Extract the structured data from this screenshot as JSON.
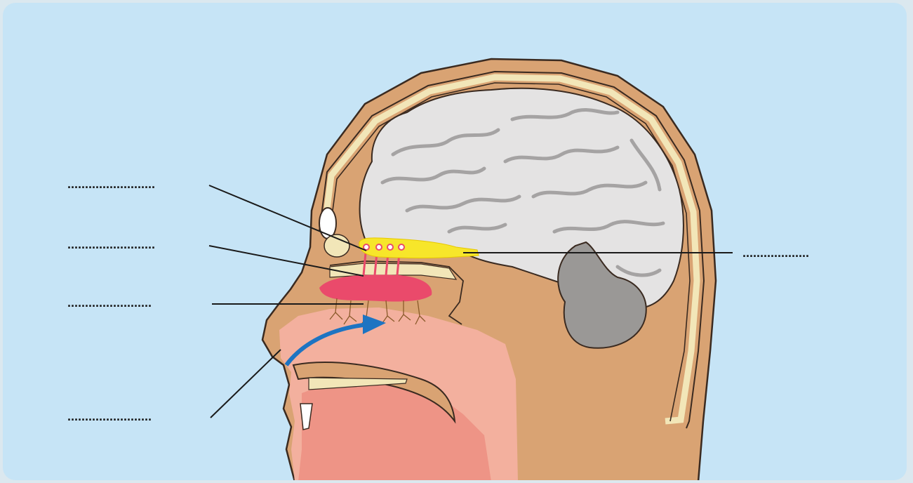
{
  "labels": [
    {
      "id": "label-1",
      "text": "........................."
    },
    {
      "id": "label-2",
      "text": "........................."
    },
    {
      "id": "label-3",
      "text": "........................"
    },
    {
      "id": "label-4",
      "text": "........................"
    },
    {
      "id": "label-5",
      "text": "..................."
    }
  ],
  "colors": {
    "background": "#c6e4f6",
    "skin": "#d9a373",
    "skull_bone": "#f2e6b8",
    "brain": "#e4e3e3",
    "cerebellum": "#9a9896",
    "olfactory_bulb": "#f7e62a",
    "olfactory_epithelium": "#ea4a6b",
    "nasal_cavity": "#f3b09e",
    "mouth": "#ee9486",
    "airflow_arrow": "#1d74c2",
    "leader_line": "#1a1a1a"
  }
}
